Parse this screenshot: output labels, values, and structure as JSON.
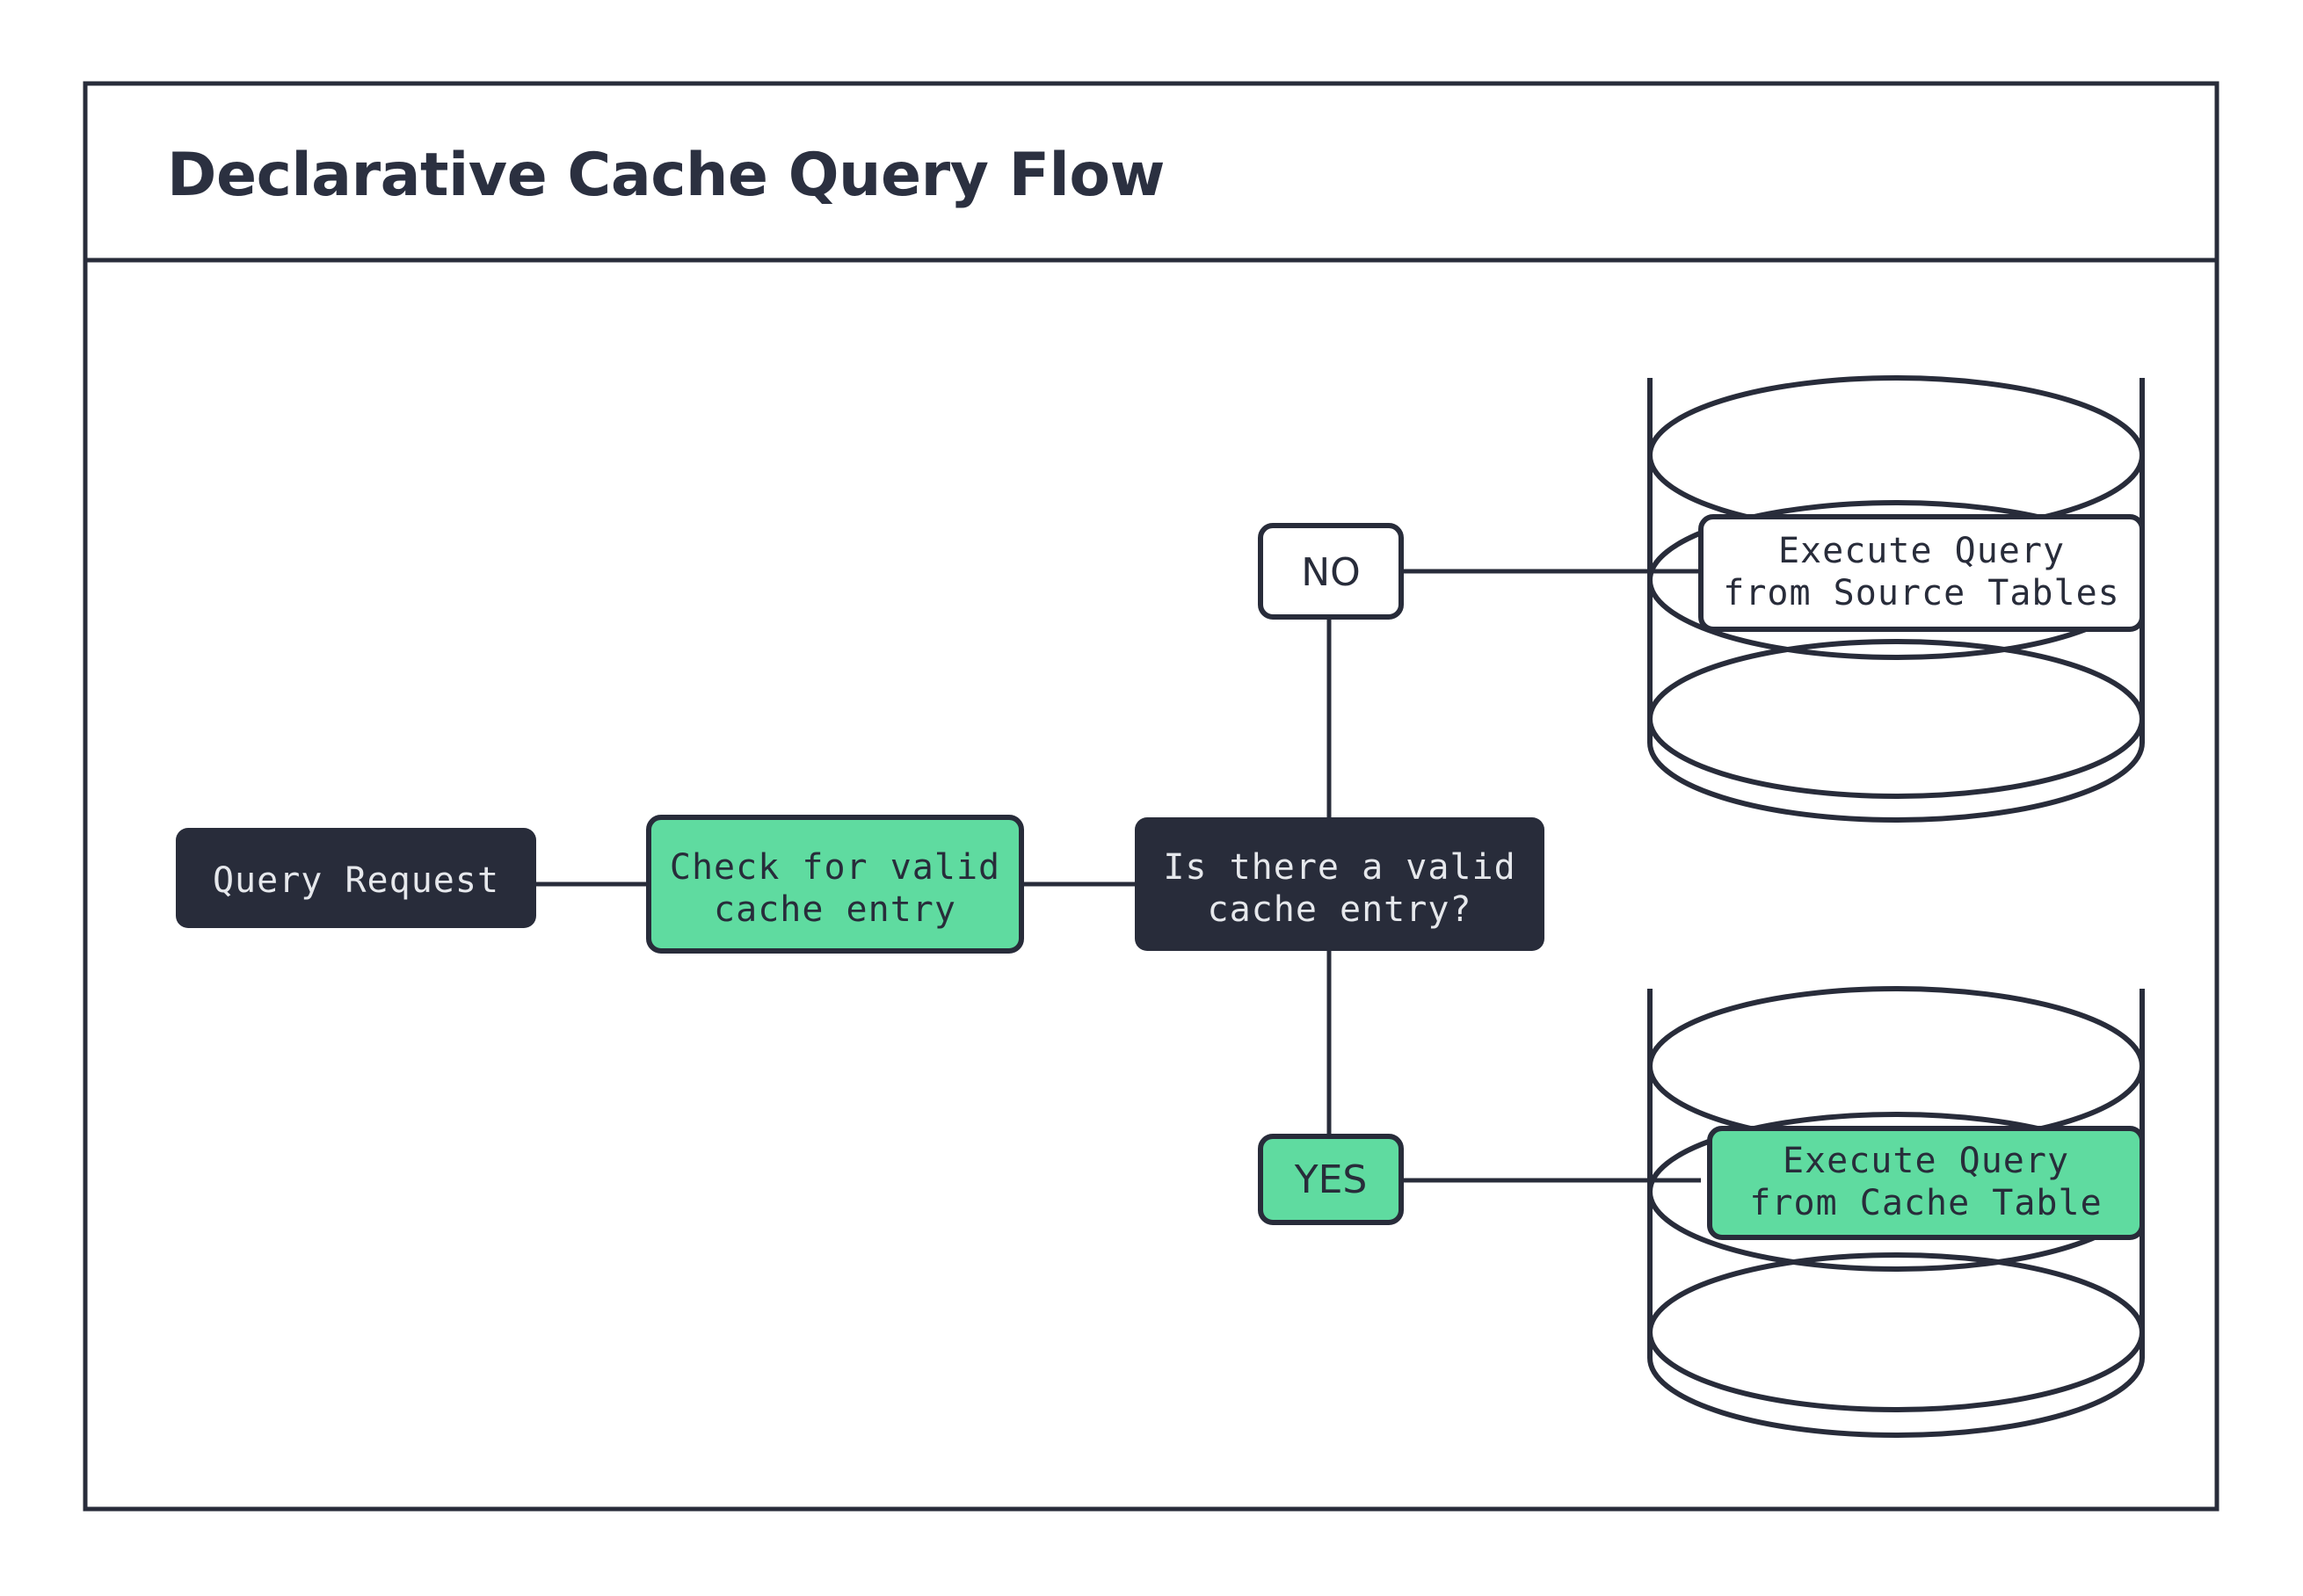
{
  "diagram": {
    "title": "Declarative Cache Query Flow",
    "type": "flowchart",
    "colors": {
      "dark": "#282C3A",
      "green": "#5FDBA0",
      "white": "#FFFFFF",
      "text_on_dark": "#E6E8EC",
      "border": "#282C3A"
    },
    "nodes": [
      {
        "id": "query-request",
        "label": "Query Request",
        "style": "dark-filled",
        "shape": "rounded-rect"
      },
      {
        "id": "check-cache",
        "label_line1": "Check for valid",
        "label_line2": "cache entry",
        "style": "green-filled",
        "shape": "rounded-rect"
      },
      {
        "id": "decision",
        "label_line1": "Is there a valid",
        "label_line2": "cache entry?",
        "style": "dark-filled",
        "shape": "rounded-rect"
      },
      {
        "id": "branch-no",
        "label": "NO",
        "style": "white-filled",
        "shape": "rounded-rect"
      },
      {
        "id": "branch-yes",
        "label": "YES",
        "style": "green-filled",
        "shape": "rounded-rect"
      },
      {
        "id": "source-db",
        "label_line1": "Execute Query",
        "label_line2": "from Source Tables",
        "style": "white-filled",
        "shape": "database-cylinder"
      },
      {
        "id": "cache-db",
        "label_line1": "Execute Query",
        "label_line2": "from Cache Table",
        "style": "green-filled",
        "shape": "database-cylinder"
      }
    ],
    "edges": [
      {
        "from": "query-request",
        "to": "check-cache"
      },
      {
        "from": "check-cache",
        "to": "decision"
      },
      {
        "from": "decision",
        "to": "branch-no"
      },
      {
        "from": "decision",
        "to": "branch-yes"
      },
      {
        "from": "branch-no",
        "to": "source-db"
      },
      {
        "from": "branch-yes",
        "to": "cache-db"
      }
    ]
  }
}
